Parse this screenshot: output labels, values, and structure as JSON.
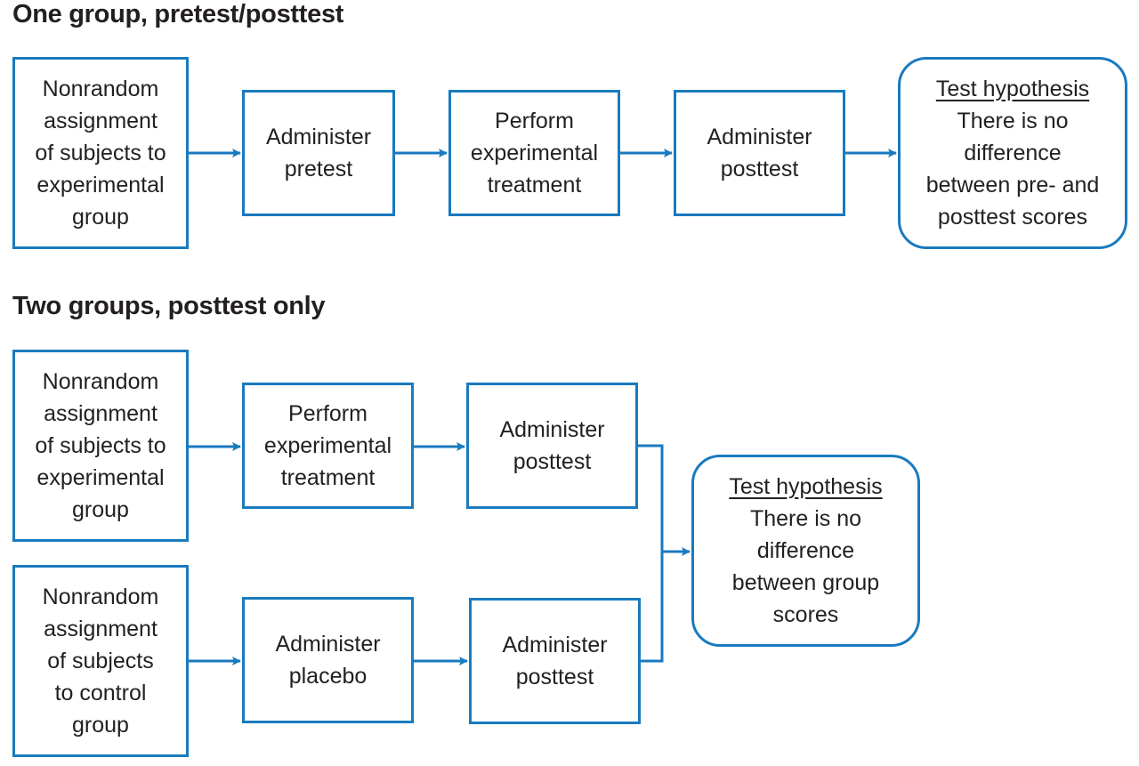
{
  "sections": [
    {
      "title": "One group, pretest/posttest",
      "boxes": [
        [
          "Nonrandom",
          "assignment",
          "of subjects to",
          "experimental",
          "group"
        ],
        [
          "Administer",
          "pretest"
        ],
        [
          "Perform",
          "experimental",
          "treatment"
        ],
        [
          "Administer",
          "posttest"
        ]
      ],
      "hypothesis": {
        "heading": "Test hypothesis",
        "lines": [
          "There is no",
          "difference",
          "between pre- and",
          "posttest scores"
        ]
      }
    },
    {
      "title": "Two groups, posttest only",
      "experimental_row": [
        [
          "Nonrandom",
          "assignment",
          "of subjects to",
          "experimental",
          "group"
        ],
        [
          "Perform",
          "experimental",
          "treatment"
        ],
        [
          "Administer",
          "posttest"
        ]
      ],
      "control_row": [
        [
          "Nonrandom",
          "assignment",
          "of subjects",
          "to control",
          "group"
        ],
        [
          "Administer",
          "placebo"
        ],
        [
          "Administer",
          "posttest"
        ]
      ],
      "hypothesis": {
        "heading": "Test hypothesis",
        "lines": [
          "There is no",
          "difference",
          "between group",
          "scores"
        ]
      }
    }
  ],
  "colors": {
    "accent": "#1a7abf",
    "text": "#231f20"
  }
}
